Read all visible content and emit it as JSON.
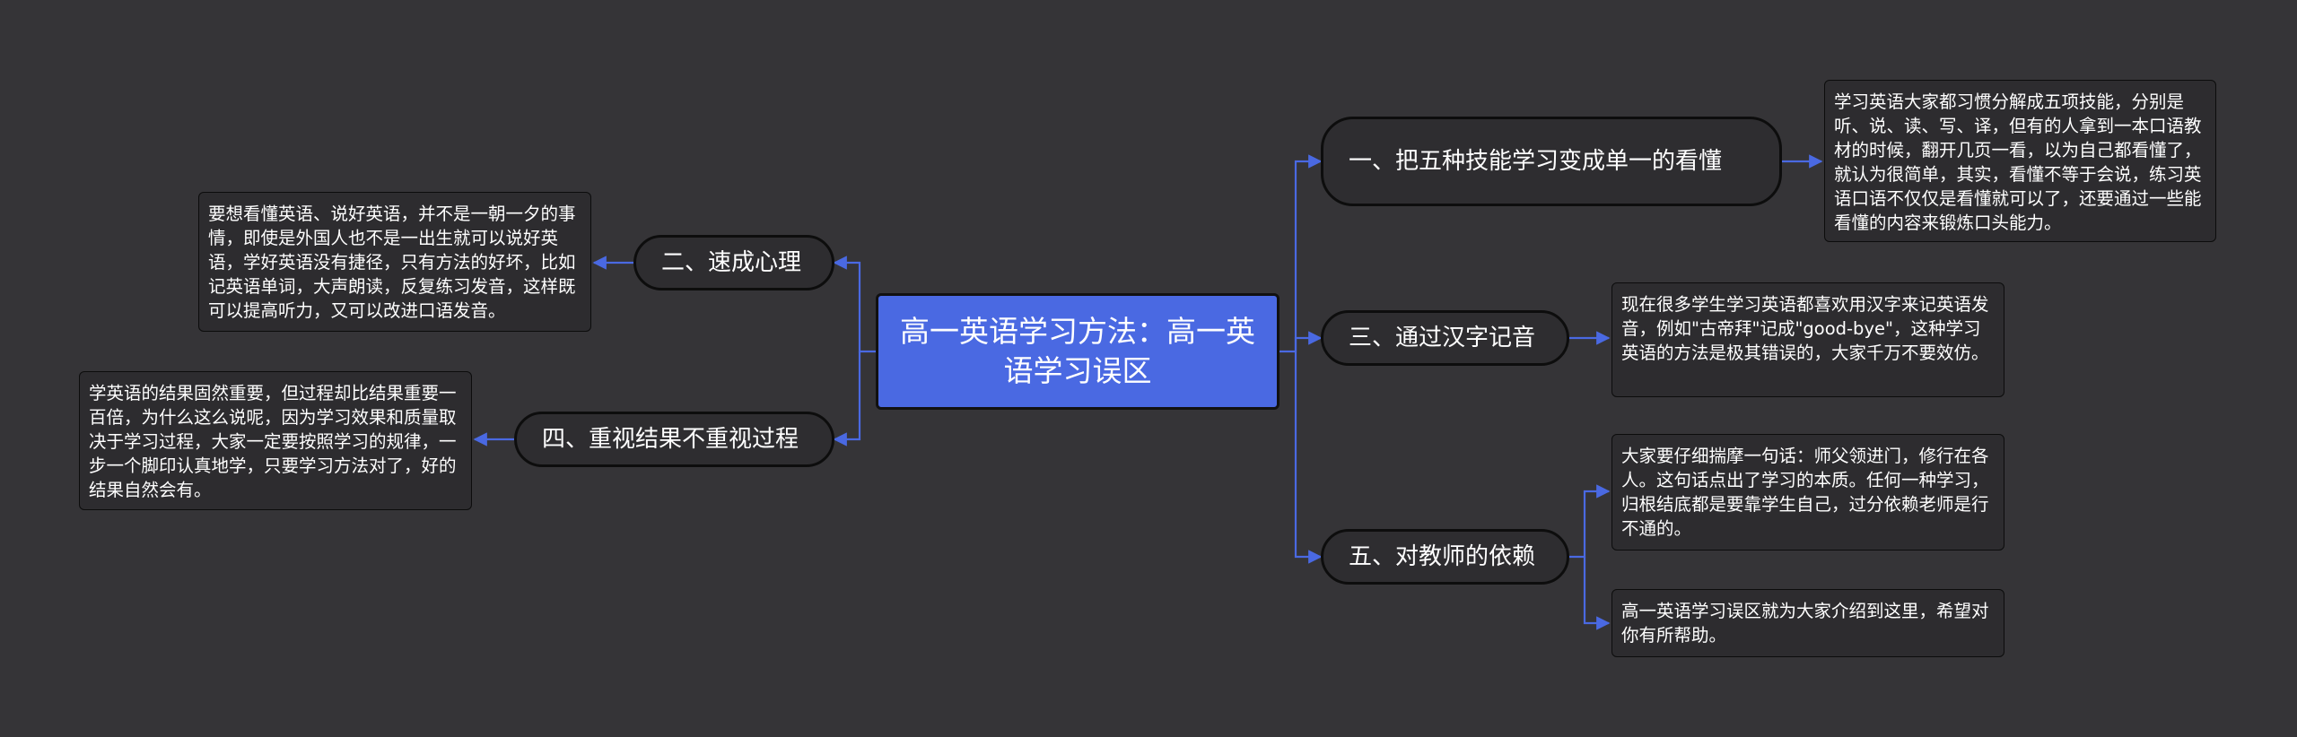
{
  "colors": {
    "background": "#353437",
    "root_fill": "#4a69e2",
    "connector": "#4a69e2"
  },
  "root": {
    "label": "高一英语学习方法：高一英语学习误区"
  },
  "topics": {
    "t1": {
      "label": "一、把五种技能学习变成单一的看懂"
    },
    "t2": {
      "label": "二、速成心理"
    },
    "t3": {
      "label": "三、通过汉字记音"
    },
    "t4": {
      "label": "四、重视结果不重视过程"
    },
    "t5": {
      "label": "五、对教师的依赖"
    }
  },
  "leaves": {
    "l1": {
      "text": "学习英语大家都习惯分解成五项技能，分别是听、说、读、写、译，但有的人拿到一本口语教材的时候，翻开几页一看，以为自己都看懂了，就认为很简单，其实，看懂不等于会说，练习英语口语不仅仅是看懂就可以了，还要通过一些能看懂的内容来锻炼口头能力。"
    },
    "l2": {
      "text": "要想看懂英语、说好英语，并不是一朝一夕的事情，即使是外国人也不是一出生就可以说好英语，学好英语没有捷径，只有方法的好坏，比如记英语单词，大声朗读，反复练习发音，这样既可以提高听力，又可以改进口语发音。"
    },
    "l3": {
      "text": "现在很多学生学习英语都喜欢用汉字来记英语发音，例如\"古帝拜\"记成\"good-bye\"，这种学习英语的方法是极其错误的，大家千万不要效仿。"
    },
    "l4": {
      "text": "学英语的结果固然重要，但过程却比结果重要一百倍，为什么这么说呢，因为学习效果和质量取决于学习过程，大家一定要按照学习的规律，一步一个脚印认真地学，只要学习方法对了，好的结果自然会有。"
    },
    "l5a": {
      "text": "大家要仔细揣摩一句话：师父领进门，修行在各人。这句话点出了学习的本质。任何一种学习，归根结底都是要靠学生自己，过分依赖老师是行不通的。"
    },
    "l5b": {
      "text": "高一英语学习误区就为大家介绍到这里，希望对你有所帮助。"
    }
  }
}
